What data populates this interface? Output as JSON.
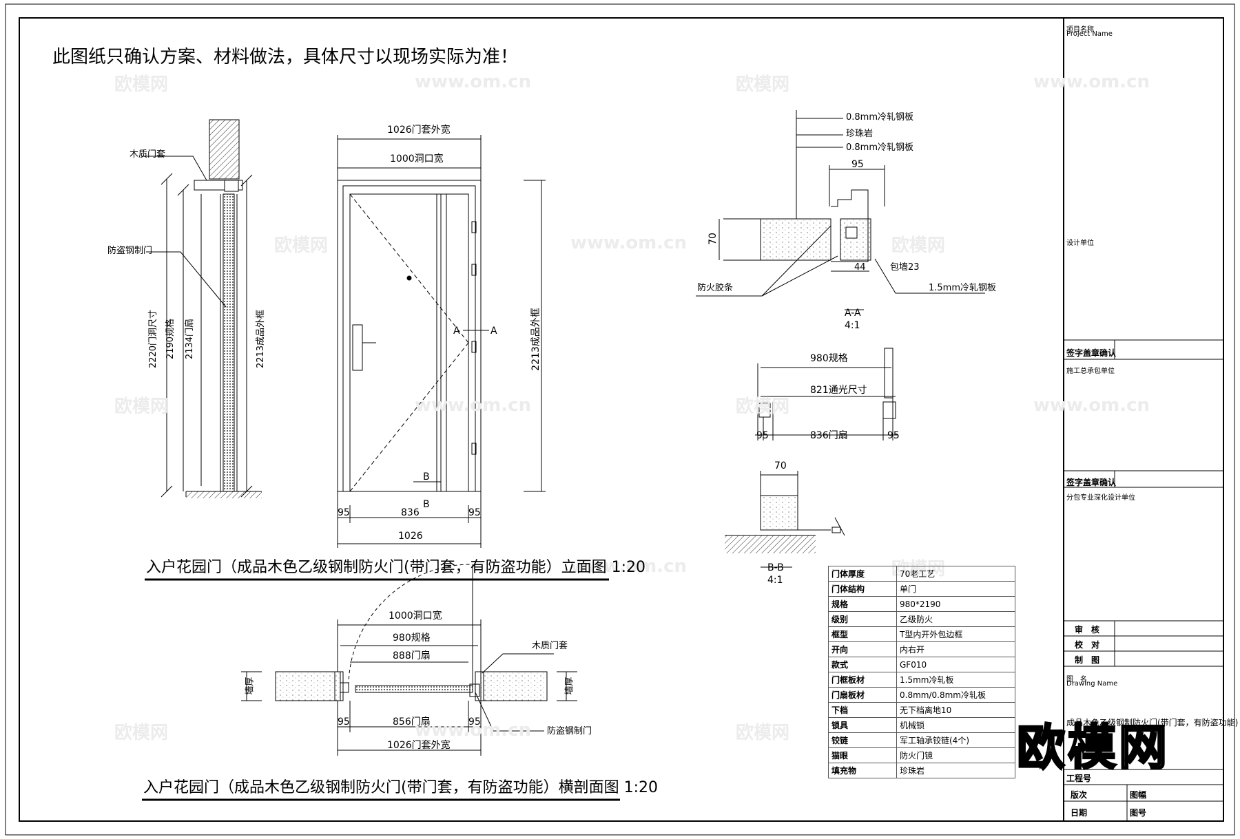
{
  "note": "此图纸只确认方案、材料做法，具体尺寸以现场实际为准！",
  "captions": {
    "elevation": "入户花园门（成品木色乙级钢制防火门(带门套，有防盗功能）立面图 1:20",
    "plan": "入户花园门（成品木色乙级钢制防火门(带门套，有防盗功能）横剖面图 1:20"
  },
  "side_section": {
    "label_trim": "木质门套",
    "label_door": "防盗钢制门",
    "dim_2220": "2220门洞尺寸",
    "dim_2190": "2190规格",
    "dim_2134": "2134门扇",
    "dim_2213": "2213成品外框"
  },
  "elevation": {
    "top_1026": "1026门套外宽",
    "top_1000": "1000洞口宽",
    "right_2213": "2213成品外框",
    "mark_a_left": "A",
    "mark_a_right": "A",
    "mark_b_top": "B",
    "mark_b_bottom": "B",
    "bot_95_left": "95",
    "bot_836": "836",
    "bot_95_right": "95",
    "bot_1026": "1026"
  },
  "section_aa": {
    "lead1": "0.8mm冷轧钢板",
    "lead2": "珍珠岩",
    "lead3": "0.8mm冷轧钢板",
    "dim_95": "95",
    "dim_70": "70",
    "dim_44": "44",
    "wrap": "包墙23",
    "strip": "防火胶条",
    "plate": "1.5mm冷轧钢板",
    "name": "A-A",
    "scale": "4:1"
  },
  "section_mid": {
    "dim_980": "980规格",
    "dim_821": "821通光尺寸",
    "dim_95l": "95",
    "dim_836": "836门扇",
    "dim_95r": "95"
  },
  "section_bb": {
    "dim_70": "70",
    "name": "B-B",
    "scale": "4:1"
  },
  "plan": {
    "top_1000": "1000洞口宽",
    "top_980": "980规格",
    "top_888": "888门扇",
    "label_trim": "木质门套",
    "label_door": "防盗钢制门",
    "wall_left": "墙厚",
    "wall_right": "墙厚",
    "bot_95l": "95",
    "bot_856": "856门扇",
    "bot_95r": "95",
    "bot_1026": "1026门套外宽"
  },
  "spec_table": [
    [
      "门体厚度",
      "70老工艺"
    ],
    [
      "门体结构",
      "单门"
    ],
    [
      "规格",
      "980*2190"
    ],
    [
      "级别",
      "乙级防火"
    ],
    [
      "框型",
      "T型内开外包边框"
    ],
    [
      "开向",
      "内右开"
    ],
    [
      "款式",
      "GF010"
    ],
    [
      "门框板材",
      "1.5mm冷轧板"
    ],
    [
      "门扇板材",
      "0.8mm/0.8mm冷轧板"
    ],
    [
      "下档",
      "无下档离地10"
    ],
    [
      "锁具",
      "机械锁"
    ],
    [
      "铰链",
      "军工轴承铰链(4个)"
    ],
    [
      "猫眼",
      "防火门镜"
    ],
    [
      "填充物",
      "珍珠岩"
    ]
  ],
  "title_block": {
    "project_cn": "项目名称",
    "project_en": "Project Name",
    "designer": "设计单位",
    "sign1": "签字盖章确认",
    "sign1_sub": "施工总承包单位",
    "sign2": "签字盖章确认",
    "sign2_sub": "分包专业深化设计单位",
    "review": "审　核",
    "check": "校　对",
    "draw": "制　图",
    "drawing_cn": "图　名",
    "drawing_en": "Drawing Name",
    "drawing_title": "成品木色乙级钢制防火门(带门套，有防盗功能)",
    "project_no": "工程号",
    "version": "版次",
    "scale": "图幅",
    "date": "日期",
    "sheet_no": "图号"
  },
  "watermark": "欧模网",
  "watermark_url": "www.om.cn",
  "logo": "欧模网"
}
